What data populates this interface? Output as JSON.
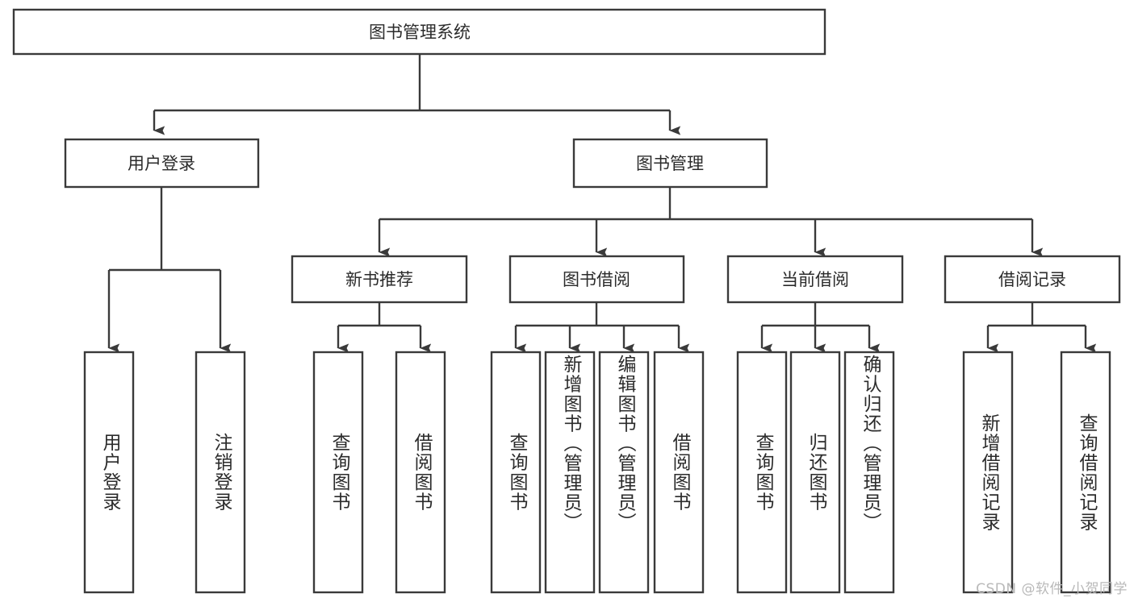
{
  "diagram": {
    "title": "图书管理系统",
    "watermark": "CSDN @软件_小贺同学",
    "colors": {
      "stroke": "#3a3a3a",
      "text": "#2b2b2b",
      "fill": "#ffffff",
      "background": "#ffffff",
      "watermark": "#b9b9b9"
    },
    "root": {
      "label": "图书管理系统"
    },
    "level2": [
      {
        "label": "用户登录"
      },
      {
        "label": "图书管理"
      }
    ],
    "level3": [
      {
        "label": "新书推荐"
      },
      {
        "label": "图书借阅"
      },
      {
        "label": "当前借阅"
      },
      {
        "label": "借阅记录"
      }
    ],
    "leaves": {
      "user_login": [
        {
          "label": "用户登录"
        },
        {
          "label": "注销登录"
        }
      ],
      "new_book_recommend": [
        {
          "label": "查询图书"
        },
        {
          "label": "借阅图书"
        }
      ],
      "book_borrow": [
        {
          "label": "查询图书"
        },
        {
          "label": "新增图书（管理员）"
        },
        {
          "label": "编辑图书（管理员）"
        },
        {
          "label": "借阅图书"
        }
      ],
      "current_borrow": [
        {
          "label": "查询图书"
        },
        {
          "label": "归还图书"
        },
        {
          "label": "确认归还（管理员）"
        }
      ],
      "borrow_record": [
        {
          "label": "新增借阅记录"
        },
        {
          "label": "查询借阅记录"
        }
      ]
    }
  }
}
